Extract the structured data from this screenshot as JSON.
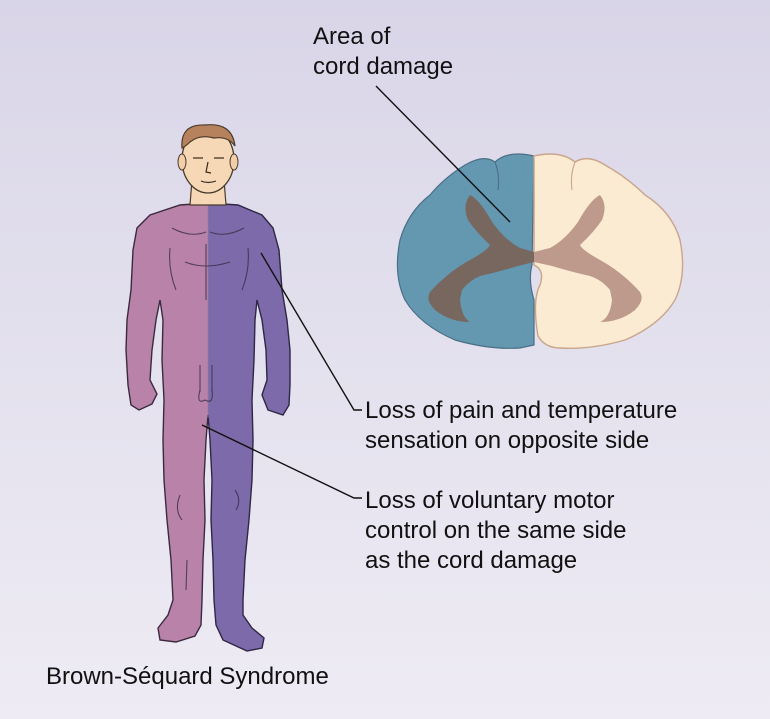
{
  "title": "Brown-Séquard Syndrome",
  "labels": {
    "area": [
      "Area of",
      "cord damage"
    ],
    "pain": [
      "Loss of pain and temperature",
      "sensation on opposite side"
    ],
    "motor": [
      "Loss of voluntary motor",
      "control on the same side",
      "as the cord damage"
    ]
  },
  "colors": {
    "body_left": "#b983a9",
    "body_right": "#7d6aaa",
    "cord_damaged": "#6497b0",
    "cord_intact": "#faebd2",
    "gray_matter_damaged": "#77675f",
    "gray_matter_intact": "#bd9a8b",
    "skin": "#f6d8b6",
    "hair": "#b5825d"
  }
}
